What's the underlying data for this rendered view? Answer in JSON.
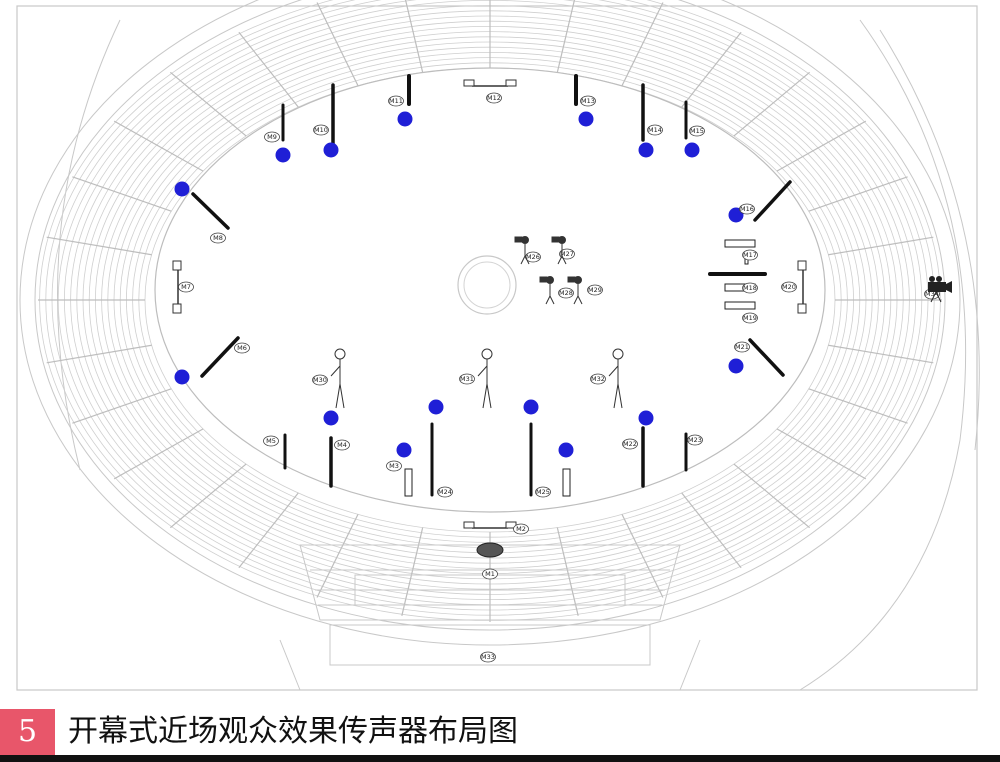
{
  "caption": {
    "number": "5",
    "title": "开幕式近场观众效果传声器布局图"
  },
  "colors": {
    "blue_marker": "#1f1fd6",
    "seating_line": "#c8c8c8",
    "caption_accent": "#e8566a"
  },
  "labels": {
    "mics_top": [
      "M9",
      "M10",
      "M11",
      "M12",
      "M13",
      "M14",
      "M15"
    ],
    "mics_left": [
      "M8",
      "M7",
      "M6"
    ],
    "mics_right": [
      "M16",
      "M17",
      "M18",
      "M19",
      "M20",
      "M21"
    ],
    "mics_bottom": [
      "M5",
      "M4",
      "M3",
      "M24",
      "M25",
      "M22",
      "M23",
      "M1",
      "M2"
    ],
    "center_operators": [
      "M26",
      "M27",
      "M28",
      "M29"
    ],
    "stage_figures": [
      "M30",
      "M31",
      "M32"
    ],
    "bottom_stand": "M33",
    "camera": "M34"
  }
}
